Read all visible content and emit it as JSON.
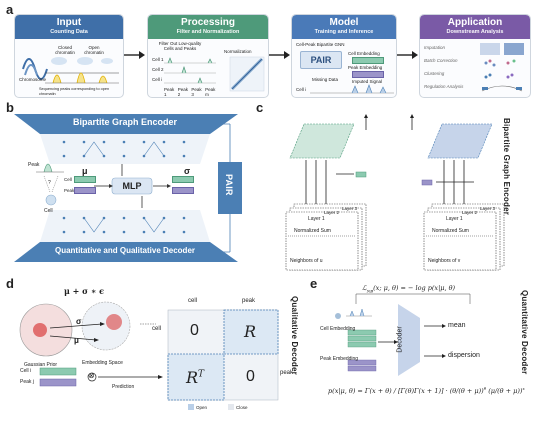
{
  "panels": {
    "a": {
      "label": "a",
      "input": {
        "title": "Input",
        "subtitle": "Counting Data",
        "closed_label": "Closed chromatin",
        "open_label": "Open chromatin",
        "chromosome_label": "Chromosome",
        "caption": "Sequencing peaks corresponding to open chromatin"
      },
      "processing": {
        "title": "Processing",
        "subtitle": "Filter and Normalization",
        "filter_label": "Filter Out Low-quality Cells and Peaks",
        "normalization_label": "Normalization",
        "cell1": "Cell 1",
        "cell2": "Cell 2",
        "celli": "Cell i",
        "peaks": [
          "Peak 1",
          "Peak 2",
          "Peak 3",
          "Peak m"
        ]
      },
      "model": {
        "title": "Model",
        "subtitle": "Training and Inference",
        "gnn_label": "Cell-Peak Bipartite GNN",
        "pair": "PAIR",
        "cell_embedding": "Cell Embedding",
        "peak_embedding": "Peak Embedding",
        "missing": "Missing Data",
        "imputed": "Imputed Signal",
        "celli": "Cell i"
      },
      "application": {
        "title": "Application",
        "subtitle": "Downstream Analysis",
        "items": [
          "Imputation",
          "Batch Correction",
          "Clustering",
          "Regulation Analysis"
        ]
      }
    },
    "b": {
      "label": "b",
      "encoder": "Bipartite Graph Encoder",
      "decoder": "Quantitative  and Qualitative Decoder",
      "peak": "Peak",
      "cell": "Cell",
      "q": "?",
      "mu": "μ",
      "sigma": "σ",
      "mlp": "MLP",
      "cell_row": "Cell",
      "peak_row": "Peak",
      "pair": "PAIR"
    },
    "c": {
      "label": "c",
      "side_title": "Bipartite Graph Encoder",
      "layer3": "Layer 3",
      "layer2": "Layer 2",
      "layer1": "Layer 1",
      "norm_sum": "Normalized Sum",
      "neighbors_u": "Neighbors of u",
      "neighbors_v": "Neighbors of v"
    },
    "d": {
      "label": "d",
      "formula": "μ + σ ∗ ϵ",
      "gaussian": "Gaussian Prior",
      "embedding_space": "Embedding Space",
      "side_title": "Qualitative Decoder",
      "cell": "cell",
      "peak": "peak",
      "cell_row": "cell",
      "peak_row": "peak",
      "zero1": "0",
      "r": "R",
      "rt": "R",
      "rt_sup": "T",
      "zero2": "0",
      "cell_i": "Cell i",
      "peak_j": "Peak j",
      "otimes": "⊗",
      "prediction": "Prediction",
      "open": "Open",
      "close": "Close"
    },
    "e": {
      "label": "e",
      "loss": "ℒ",
      "side_title": "Quantitative Decoder",
      "decoder": "Decoder",
      "cell_embedding": "Cell Embedding",
      "peak_embedding": "Peak Embedding",
      "mean": "mean",
      "dispersion": "dispersion"
    }
  },
  "colors": {
    "input": "#3f6fa8",
    "processing": "#4e9a7a",
    "model": "#4a7ab8",
    "application": "#7a5aa6",
    "teal": "#8ccab0",
    "purple": "#9b94c9",
    "blue": "#4b7fb4"
  }
}
